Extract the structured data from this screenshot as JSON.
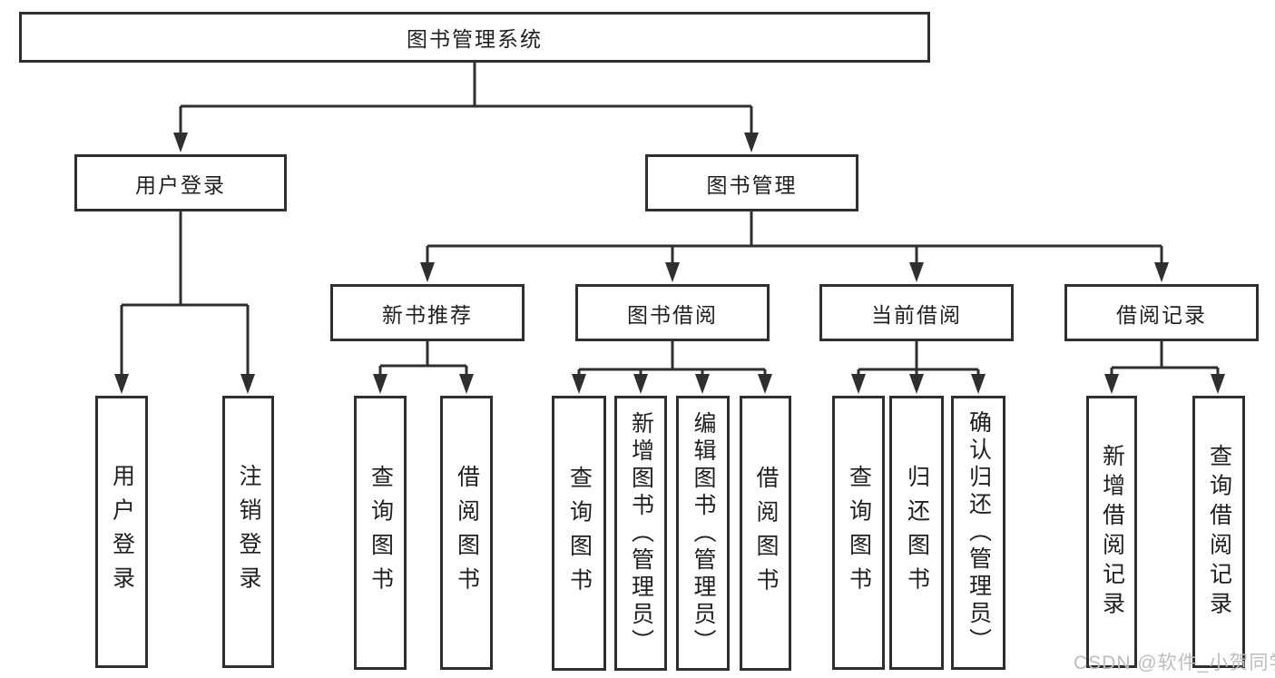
{
  "tree": {
    "root": {
      "label": "图书管理系统"
    },
    "level2": [
      {
        "id": "user-login",
        "label": "用户登录"
      },
      {
        "id": "book-management",
        "label": "图书管理"
      }
    ],
    "level3": [
      {
        "id": "new-book-recommend",
        "label": "新书推荐"
      },
      {
        "id": "book-borrowing",
        "label": "图书借阅"
      },
      {
        "id": "current-borrowing",
        "label": "当前借阅"
      },
      {
        "id": "borrowing-records",
        "label": "借阅记录"
      }
    ],
    "level4": {
      "user_login": [
        {
          "label": "用户登录"
        },
        {
          "label": "注销登录"
        }
      ],
      "new_book_recommend": [
        {
          "label": "查询图书"
        },
        {
          "label": "借阅图书"
        }
      ],
      "book_borrowing": [
        {
          "label": "查询图书"
        },
        {
          "label": "新增图书（管理员）"
        },
        {
          "label": "编辑图书（管理员）"
        },
        {
          "label": "借阅图书"
        }
      ],
      "current_borrowing": [
        {
          "label": "查询图书"
        },
        {
          "label": "归还图书"
        },
        {
          "label": "确认归还（管理员）"
        }
      ],
      "borrowing_records": [
        {
          "label": "新增借阅记录"
        },
        {
          "label": "查询借阅记录"
        }
      ]
    }
  },
  "watermark": "CSDN @软件_小贺同学",
  "colors": {
    "line": "#2f2f2f",
    "text": "#1f1f1f",
    "watermark": "#bdbdbd",
    "background": "#ffffff",
    "box_fill": "#ffffff"
  }
}
